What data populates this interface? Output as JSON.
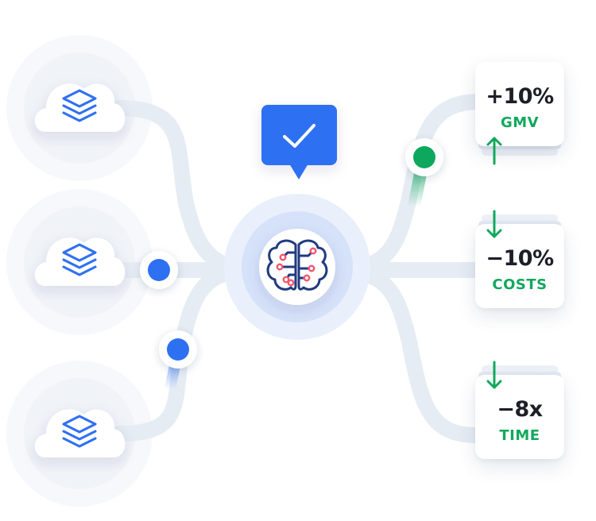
{
  "colors": {
    "accent_blue": "#2f6ff2",
    "accent_green": "#11a85d",
    "track": "#e6ecf3",
    "brain_stroke": "#1f3a80",
    "brain_nodes": "#f05a6e"
  },
  "sources": [
    {
      "icon": "layers-icon"
    },
    {
      "icon": "layers-icon"
    },
    {
      "icon": "layers-icon"
    }
  ],
  "center": {
    "icon": "brain-circuit-icon",
    "badge_icon": "check-icon"
  },
  "metrics": [
    {
      "value": "+10%",
      "label": "GMV",
      "direction": "up",
      "icon": "arrow-up-icon"
    },
    {
      "value": "−10%",
      "label": "COSTS",
      "direction": "down",
      "icon": "arrow-down-icon"
    },
    {
      "value": "−8x",
      "label": "TIME",
      "direction": "down",
      "icon": "arrow-down-icon"
    }
  ]
}
